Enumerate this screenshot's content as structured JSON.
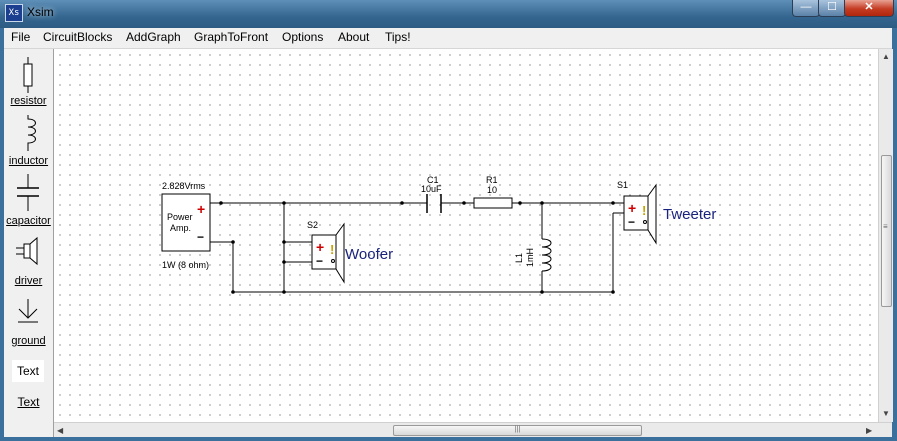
{
  "window": {
    "title": "Xsim",
    "app_icon_text": "Xs",
    "minimize_glyph": "—",
    "maximize_glyph": "☐",
    "close_glyph": "✕"
  },
  "menu": [
    "File",
    "CircuitBlocks",
    "AddGraph",
    "GraphToFront",
    "Options",
    "About",
    "Tips!"
  ],
  "toolbox": {
    "resistor": "resistor",
    "inductor": "inductor",
    "capacitor": "capacitor",
    "driver": "driver",
    "ground": "ground",
    "text_box": "Text",
    "text_link": "Text"
  },
  "circuit": {
    "amp_voltage": "2.828Vrms",
    "amp_name_line1": "Power",
    "amp_name_line2": "Amp.",
    "amp_plus": "+",
    "amp_minus": "−",
    "amp_power": "1W (8 ohm)",
    "c1_name": "C1",
    "c1_value": "10uF",
    "r1_name": "R1",
    "r1_value": "10",
    "l1_name": "L1",
    "l1_value": "1mH",
    "s1_name": "S1",
    "s1_label": "Tweeter",
    "s2_name": "S2",
    "s2_label": "Woofer",
    "driver_plus": "+",
    "driver_minus": "−",
    "driver_mark": "!"
  },
  "scrollbar": {
    "up": "▲",
    "down": "▼",
    "left": "◀",
    "right": "▶",
    "grip_v": "≡",
    "grip_h": "|||"
  },
  "colors": {
    "titlebar": "#34668f",
    "wire": "#000000",
    "plus_sign": "#d00000",
    "speaker_label": "#1a237e",
    "driver_mark": "#c8a400"
  }
}
